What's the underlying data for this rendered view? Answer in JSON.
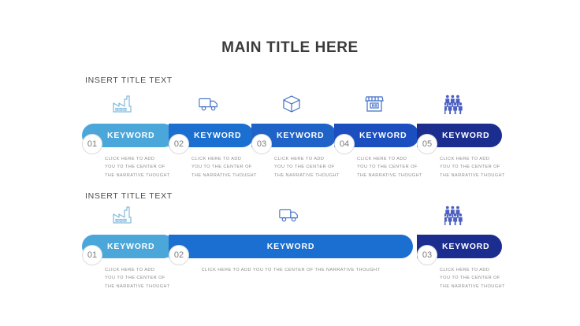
{
  "slide": {
    "background": "#ffffff",
    "main_title": "MAIN TITLE HERE",
    "title_color": "#3b3b3b"
  },
  "palette": {
    "step1": "#4ba6d9",
    "step2": "#1b6fd0",
    "step3": "#1f63c8",
    "step4": "#1b4fbf",
    "step5": "#1b2d8f",
    "circle_border": "#dcdcdc",
    "circle_text": "#7a7a7a",
    "desc_text": "#8d8d8d",
    "icon_light": "#7fb9dd",
    "icon_blue": "#3f6ec4",
    "icon_navy": "#4a5fc1"
  },
  "sections": [
    {
      "heading": "INSERT TITLE TEXT",
      "items": [
        {
          "number": "01",
          "label": "KEYWORD",
          "description": "CLICK HERE TO ADD\nYOU TO THE CENTER OF\nTHE NARRATIVE THOUGHT",
          "icon": "factory-icon",
          "color": "#4ba6d9"
        },
        {
          "number": "02",
          "label": "KEYWORD",
          "description": "CLICK HERE TO ADD\nYOU TO THE CENTER OF\nTHE NARRATIVE THOUGHT",
          "icon": "truck-icon",
          "color": "#1b6fd0"
        },
        {
          "number": "03",
          "label": "KEYWORD",
          "description": "CLICK HERE TO ADD\nYOU TO THE CENTER OF\nTHE NARRATIVE THOUGHT",
          "icon": "box-icon",
          "color": "#1f63c8"
        },
        {
          "number": "04",
          "label": "KEYWORD",
          "description": "CLICK HERE TO ADD\nYOU TO THE CENTER OF\nTHE NARRATIVE THOUGHT",
          "icon": "store-icon",
          "color": "#1b4fbf"
        },
        {
          "number": "05",
          "label": "KEYWORD",
          "description": "CLICK HERE TO ADD\nYOU TO THE CENTER OF\nTHE NARRATIVE THOUGHT",
          "icon": "people-icon",
          "color": "#1b2d8f"
        }
      ]
    },
    {
      "heading": "INSERT TITLE TEXT",
      "items": [
        {
          "number": "01",
          "label": "KEYWORD",
          "description": "CLICK HERE TO ADD\nYOU TO THE CENTER OF\nTHE NARRATIVE THOUGHT",
          "icon": "factory-icon",
          "color": "#4ba6d9"
        },
        {
          "number": "02",
          "label": "KEYWORD",
          "description": "CLICK HERE TO ADD YOU TO THE CENTER OF THE NARRATIVE THOUGHT",
          "icon": "truck-icon",
          "color": "#1b6fd0"
        },
        {
          "number": "03",
          "label": "KEYWORD",
          "description": "CLICK HERE TO ADD\nYOU TO THE CENTER OF\nTHE NARRATIVE THOUGHT",
          "icon": "people-icon",
          "color": "#1b2d8f"
        }
      ]
    }
  ]
}
